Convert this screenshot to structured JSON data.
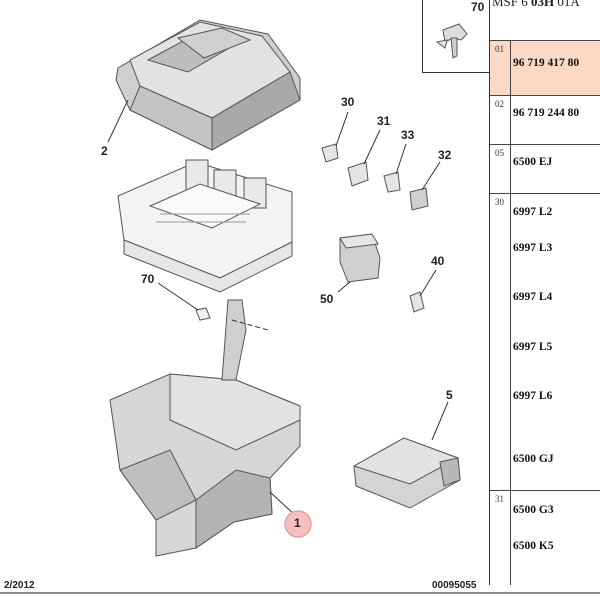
{
  "header": {
    "title_prefix": "MSF 6 ",
    "title_bold": "03H",
    "title_suffix": " 01A"
  },
  "inset": {
    "label": "70"
  },
  "callouts": {
    "c1": "1",
    "c2": "2",
    "c5": "5",
    "c30": "30",
    "c31": "31",
    "c32": "32",
    "c33": "33",
    "c40": "40",
    "c50": "50",
    "c70": "70"
  },
  "footer": {
    "date": "2/2012",
    "code": "00095055"
  },
  "table": {
    "rows": [
      {
        "index": "01",
        "refs": [
          "96 719 417 80"
        ],
        "highlight": true
      },
      {
        "index": "02",
        "refs": [
          "96 719 244 80"
        ]
      },
      {
        "index": "05",
        "refs": [
          "6500 EJ"
        ]
      },
      {
        "index": "30",
        "refs": [
          "6997 L2",
          "6997 L3",
          "6997 L4",
          "6997 L5",
          "6997 L6",
          "6500 GJ"
        ]
      },
      {
        "index": "31",
        "refs": [
          "6500 G3",
          "6500 K5"
        ]
      }
    ]
  },
  "colors": {
    "highlight": "#fcd9c4",
    "callout_circle": "#f0a0a0"
  }
}
